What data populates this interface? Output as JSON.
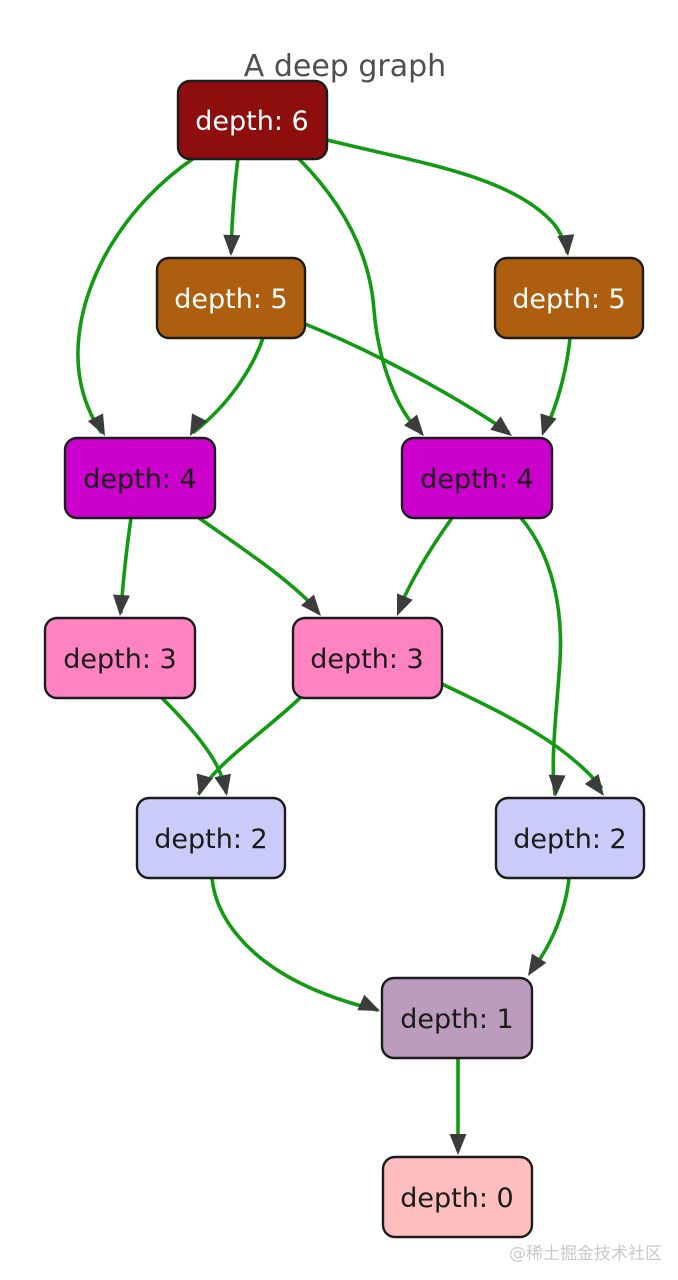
{
  "title": "A deep graph",
  "watermark": "@稀土掘金技术社区",
  "colors": {
    "edge": "#129A12",
    "arrow": "#3C3C3C",
    "node_border": "#1C1C1C",
    "title": "#4F4F4F",
    "watermark": "#C9C9C9",
    "background": "#FFFFFF"
  },
  "nodes": [
    {
      "id": "depth6",
      "label": "depth: 6",
      "fill": "#8E0E0E",
      "text_color": "#FFFFFF"
    },
    {
      "id": "depth5-left",
      "label": "depth: 5",
      "fill": "#AE5E0F",
      "text_color": "#FFFFFF"
    },
    {
      "id": "depth5-right",
      "label": "depth: 5",
      "fill": "#AE5E0F",
      "text_color": "#FFFFFF"
    },
    {
      "id": "depth4-left",
      "label": "depth: 4",
      "fill": "#CC00CC",
      "text_color": "#1A1A1A"
    },
    {
      "id": "depth4-right",
      "label": "depth: 4",
      "fill": "#CC00CC",
      "text_color": "#1A1A1A"
    },
    {
      "id": "depth3-left",
      "label": "depth: 3",
      "fill": "#FF82C1",
      "text_color": "#1A1A1A"
    },
    {
      "id": "depth3-center",
      "label": "depth: 3",
      "fill": "#FF82C1",
      "text_color": "#1A1A1A"
    },
    {
      "id": "depth2-left",
      "label": "depth: 2",
      "fill": "#CBCBF9",
      "text_color": "#1A1A1A"
    },
    {
      "id": "depth2-right",
      "label": "depth: 2",
      "fill": "#CBCBF9",
      "text_color": "#1A1A1A"
    },
    {
      "id": "depth1",
      "label": "depth: 1",
      "fill": "#BC9CBC",
      "text_color": "#1A1A1A"
    },
    {
      "id": "depth0",
      "label": "depth: 0",
      "fill": "#FFBEBE",
      "text_color": "#1A1A1A"
    }
  ],
  "edges": [
    {
      "from": "depth6",
      "to": "depth5-left"
    },
    {
      "from": "depth6",
      "to": "depth5-right"
    },
    {
      "from": "depth6",
      "to": "depth4-left"
    },
    {
      "from": "depth6",
      "to": "depth4-right"
    },
    {
      "from": "depth5-left",
      "to": "depth4-left"
    },
    {
      "from": "depth5-left",
      "to": "depth4-right"
    },
    {
      "from": "depth5-right",
      "to": "depth4-right"
    },
    {
      "from": "depth4-left",
      "to": "depth3-left"
    },
    {
      "from": "depth4-left",
      "to": "depth3-center"
    },
    {
      "from": "depth4-right",
      "to": "depth3-center"
    },
    {
      "from": "depth4-right",
      "to": "depth2-right"
    },
    {
      "from": "depth3-left",
      "to": "depth2-left"
    },
    {
      "from": "depth3-center",
      "to": "depth2-left"
    },
    {
      "from": "depth3-center",
      "to": "depth2-right"
    },
    {
      "from": "depth2-left",
      "to": "depth1"
    },
    {
      "from": "depth2-right",
      "to": "depth1"
    },
    {
      "from": "depth1",
      "to": "depth0"
    }
  ]
}
